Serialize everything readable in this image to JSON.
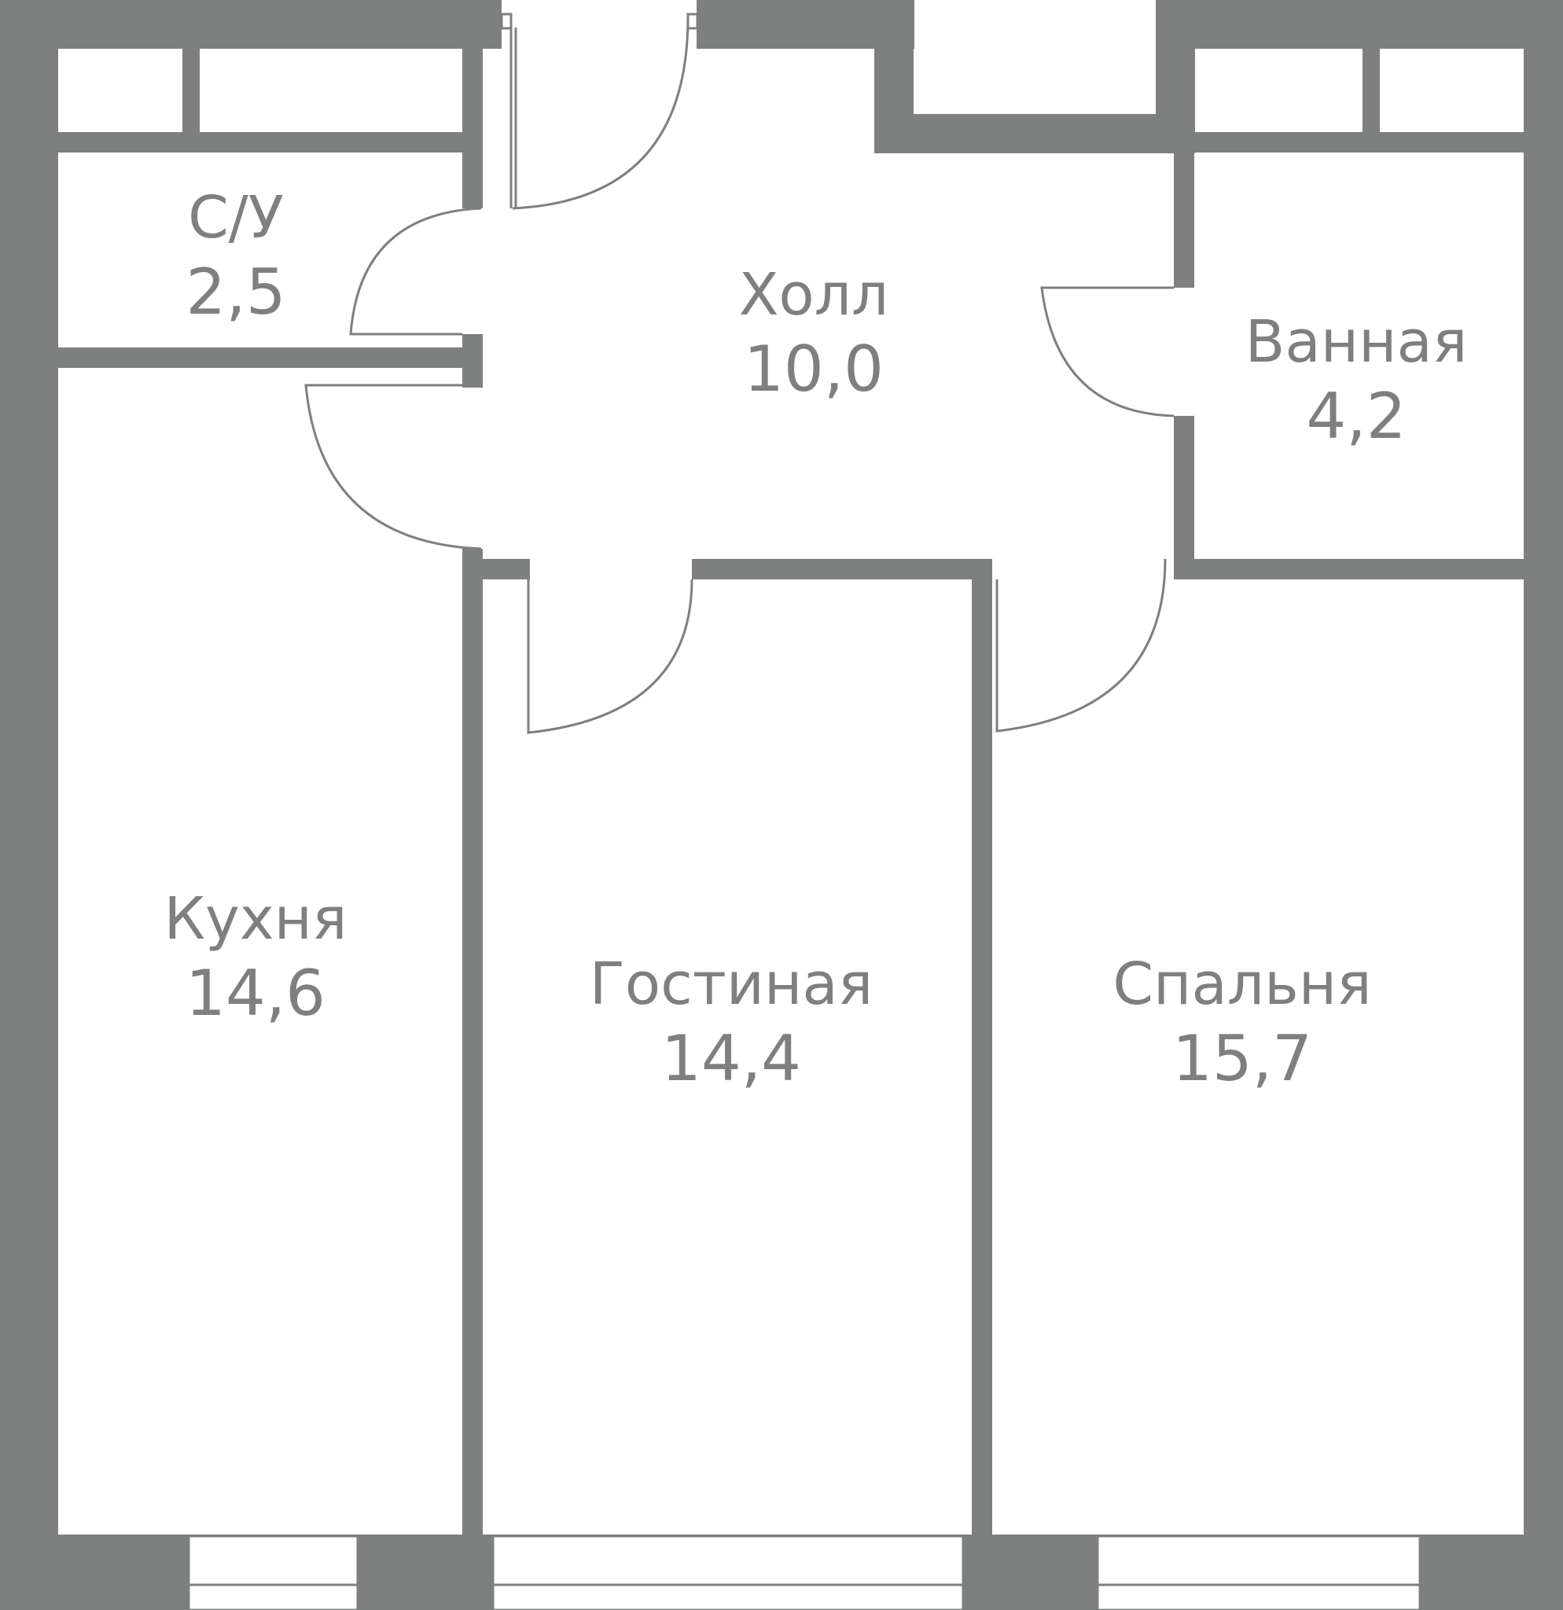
{
  "colors": {
    "wall": "#7e807f",
    "background": "#ffffff",
    "door": "#7e807f",
    "text": "#7e807f"
  },
  "rooms": [
    {
      "key": "bath_small",
      "name": "С/У",
      "area": "2,5"
    },
    {
      "key": "hall",
      "name": "Холл",
      "area": "10,0"
    },
    {
      "key": "bathroom",
      "name": "Ванная",
      "area": "4,2"
    },
    {
      "key": "kitchen",
      "name": "Кухня",
      "area": "14,6"
    },
    {
      "key": "living",
      "name": "Гостиная",
      "area": "14,4"
    },
    {
      "key": "bedroom",
      "name": "Спальня",
      "area": "15,7"
    }
  ]
}
